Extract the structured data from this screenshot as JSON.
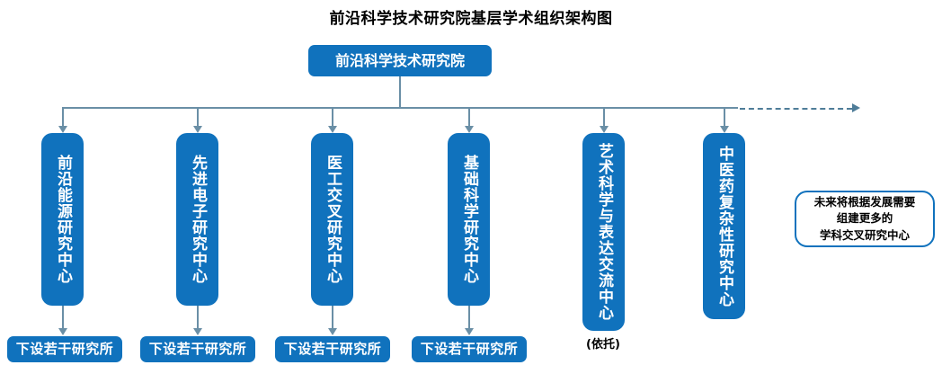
{
  "diagram": {
    "title": "前沿科学技术研究院基层学术组织架构图",
    "type": "organization-chart",
    "colors": {
      "node_fill": "#1072BD",
      "node_text": "#FFFFFF",
      "connector": "#6A8FA6",
      "note_border": "#1072BD",
      "note_text": "#000000",
      "title_text": "#000000",
      "background": "#FFFFFF"
    },
    "root": {
      "label": "前沿科学技术研究院"
    },
    "centers": [
      {
        "label": "前沿能源研究中心",
        "annotation": "",
        "has_child": true,
        "child_label": "下设若干研究所"
      },
      {
        "label": "先进电子研究中心",
        "annotation": "",
        "has_child": true,
        "child_label": "下设若干研究所"
      },
      {
        "label": "医工交叉研究中心",
        "annotation": "",
        "has_child": true,
        "child_label": "下设若干研究所"
      },
      {
        "label": "基础科学研究中心",
        "annotation": "",
        "has_child": true,
        "child_label": "下设若干研究所"
      },
      {
        "label": "艺术科学与表达交流中心",
        "annotation": "(依托)",
        "has_child": false,
        "child_label": ""
      },
      {
        "label": "中医药复杂性研究中心",
        "annotation": "",
        "has_child": false,
        "child_label": ""
      }
    ],
    "note": {
      "lines": [
        "未来将根据发展需要",
        "组建更多的",
        "学科交叉研究中心"
      ]
    }
  }
}
